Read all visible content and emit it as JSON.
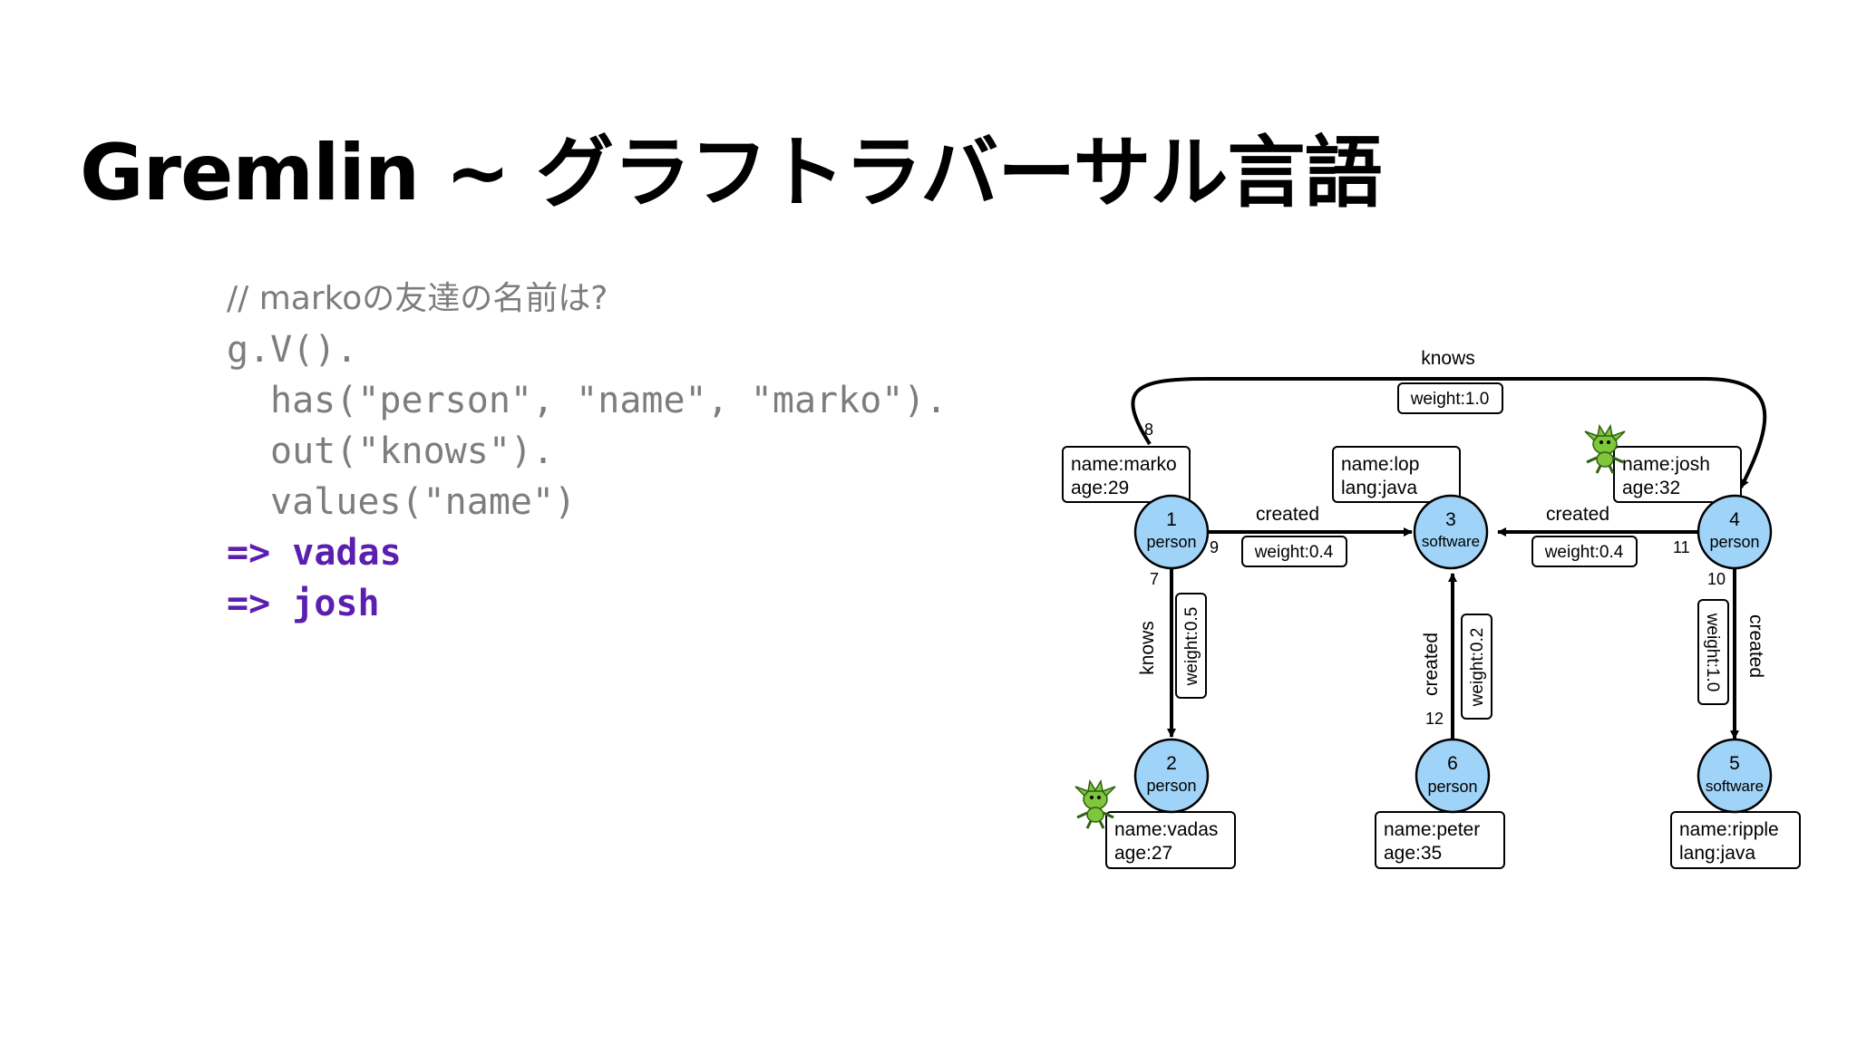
{
  "title": "Gremlin ~ グラフトラバーサル言語",
  "code": {
    "comment": "// markoの友達の名前は?",
    "lines": [
      "g.V().",
      "has(\"person\", \"name\", \"marko\").",
      "out(\"knows\").",
      "values(\"name\")"
    ],
    "results": [
      "=> vadas",
      "=> josh"
    ]
  },
  "graph": {
    "nodes": [
      {
        "id": "1",
        "label": "person",
        "prop1": "name:marko",
        "prop2": "age:29"
      },
      {
        "id": "2",
        "label": "person",
        "prop1": "name:vadas",
        "prop2": "age:27"
      },
      {
        "id": "3",
        "label": "software",
        "prop1": "name:lop",
        "prop2": "lang:java"
      },
      {
        "id": "4",
        "label": "person",
        "prop1": "name:josh",
        "prop2": "age:32"
      },
      {
        "id": "5",
        "label": "software",
        "prop1": "name:ripple",
        "prop2": "lang:java"
      },
      {
        "id": "6",
        "label": "person",
        "prop1": "name:peter",
        "prop2": "age:35"
      }
    ],
    "edges": [
      {
        "id": "7",
        "label": "knows",
        "weight": "weight:0.5"
      },
      {
        "id": "8",
        "label": "knows",
        "weight": "weight:1.0"
      },
      {
        "id": "9",
        "label": "created",
        "weight": "weight:0.4"
      },
      {
        "id": "10",
        "label": "created",
        "weight": "weight:1.0"
      },
      {
        "id": "11",
        "label": "created",
        "weight": "weight:0.4"
      },
      {
        "id": "12",
        "label": "created",
        "weight": "weight:0.2"
      }
    ]
  },
  "colors": {
    "node_fill": "#9fd3f7",
    "result_text": "#5b1fb0",
    "code_text": "#7d7d7d"
  },
  "icons": [
    "gremlin-mascot-icon"
  ]
}
